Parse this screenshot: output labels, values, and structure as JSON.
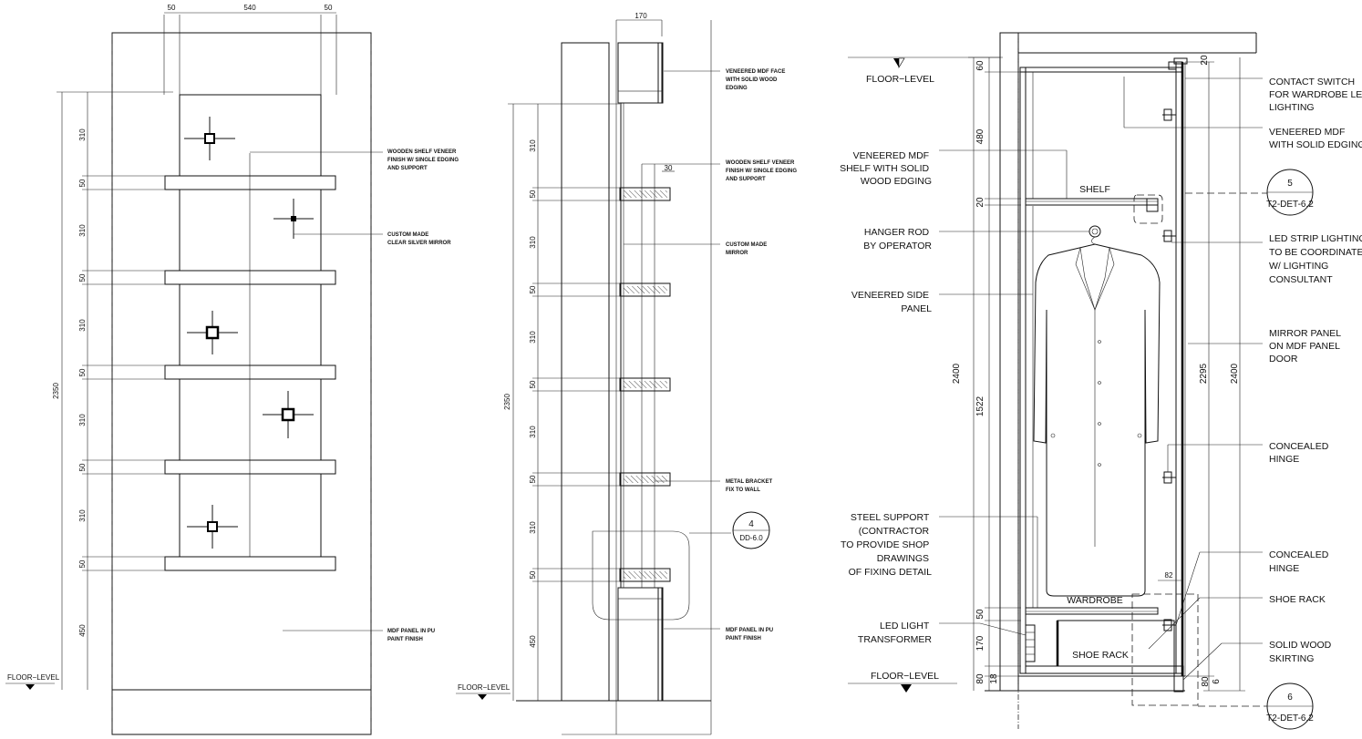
{
  "front_elevation": {
    "top_dims": [
      "50",
      "540",
      "50"
    ],
    "overall_height": "2350",
    "segment_dims": [
      "310",
      "50",
      "310",
      "50",
      "310",
      "50",
      "310",
      "50",
      "310",
      "50",
      "450"
    ],
    "floor_level": "FLOOR−LEVEL",
    "notes": [
      [
        "WOODEN SHELF VENEER",
        "FINISH W/ SINGLE EDGING",
        "AND SUPPORT"
      ],
      [
        "CUSTOM MADE",
        "CLEAR SILVER MIRROR"
      ],
      [
        "MDF PANEL IN PU",
        "PAINT FINISH"
      ]
    ]
  },
  "side_section": {
    "top_dim": "170",
    "overall_height": "2350",
    "segment_dims": [
      "310",
      "50",
      "310",
      "50",
      "310",
      "50",
      "310",
      "50",
      "310",
      "50",
      "450"
    ],
    "shelf_dim": "30",
    "floor_level": "FLOOR−LEVEL",
    "notes": [
      [
        "VENEERED MDF FACE",
        "WITH SOLID WOOD",
        "EDGING"
      ],
      [
        "WOODEN SHELF VENEER",
        "FINISH W/ SINGLE EDGING",
        "AND SUPPORT"
      ],
      [
        "CUSTOM MADE",
        "MIRROR"
      ],
      [
        "METAL BRACKET",
        "FIX TO WALL"
      ],
      [
        "MDF PANEL IN PU",
        "PAINT FINISH"
      ]
    ],
    "callout": {
      "number": "4",
      "ref": "DD-6.0"
    }
  },
  "wardrobe_section": {
    "floor_level_top": "FLOOR−LEVEL",
    "floor_level_bottom": "FLOOR−LEVEL",
    "left_dims": [
      "60",
      "480",
      "20",
      "1522",
      "50",
      "170",
      "80",
      "18"
    ],
    "overall_left": "2400",
    "right_dims": [
      "20",
      "2295",
      "80",
      "6"
    ],
    "overall_right": "2400",
    "small_dim": "82",
    "inner_labels": {
      "shelf": "SHELF",
      "wardrobe": "WARDROBE",
      "shoe_rack": "SHOE RACK"
    },
    "notes_left": [
      [
        "VENEERED MDF",
        "SHELF WITH SOLID",
        "WOOD EDGING"
      ],
      [
        "HANGER ROD",
        "BY OPERATOR"
      ],
      [
        "VENEERED SIDE",
        "PANEL"
      ],
      [
        "STEEL SUPPORT",
        "(CONTRACTOR",
        "TO PROVIDE SHOP",
        "DRAWINGS",
        "OF FIXING DETAIL"
      ],
      [
        "LED LIGHT",
        "TRANSFORMER"
      ]
    ],
    "notes_right": [
      [
        "CONTACT SWITCH",
        "FOR WARDROBE LED",
        "LIGHTING"
      ],
      [
        "VENEERED MDF",
        "WITH SOLID EDGING"
      ],
      [
        "LED STRIP LIGHTING",
        "TO BE COORDINATED",
        "W/ LIGHTING",
        "CONSULTANT"
      ],
      [
        "MIRROR PANEL",
        "ON MDF PANEL",
        "DOOR"
      ],
      [
        "CONCEALED",
        "HINGE"
      ],
      [
        "CONCEALED",
        "HINGE"
      ],
      [
        "SHOE RACK"
      ],
      [
        "SOLID WOOD",
        "SKIRTING"
      ]
    ],
    "callouts": [
      {
        "number": "5",
        "ref": "T2-DET-6.2"
      },
      {
        "number": "6",
        "ref": "T2-DET-6.2"
      }
    ]
  }
}
